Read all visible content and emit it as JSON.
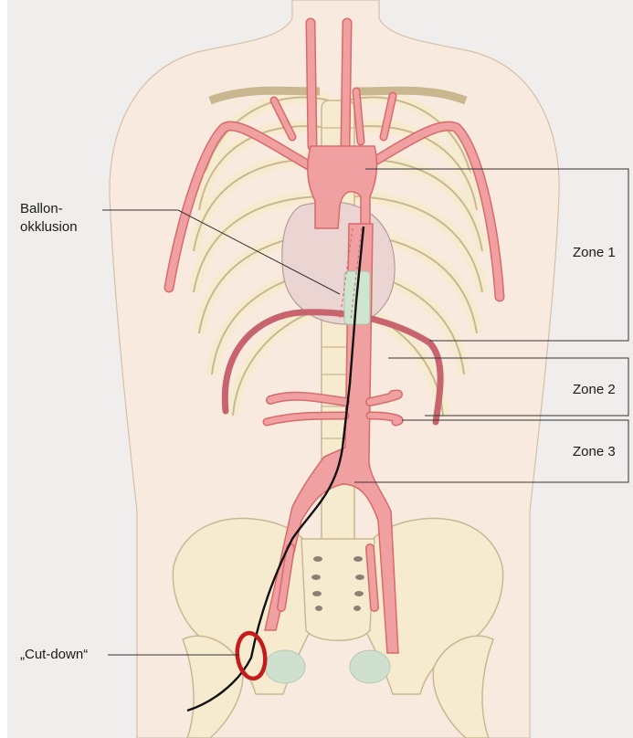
{
  "figure": {
    "background_panel_color": "#efeeec",
    "labels": {
      "balloon_line1": "Ballon-",
      "balloon_line2": "okklusion",
      "cutdown": "„Cut-down“",
      "zone1": "Zone 1",
      "zone2": "Zone 2",
      "zone3": "Zone 3"
    },
    "colors": {
      "artery": "#f0a0a0",
      "artery_outline": "#d86a6a",
      "diaphragm_vessel": "#c8646e",
      "bone": "#f7ebcf",
      "bone_outline": "#c9b790",
      "skin": "#f8eadf",
      "heart": "#ead5d3",
      "balloon": "#cfe5cf",
      "catheter": "#111111",
      "cutdown_ring": "#c51b1b",
      "zone_line": "#333333"
    }
  }
}
